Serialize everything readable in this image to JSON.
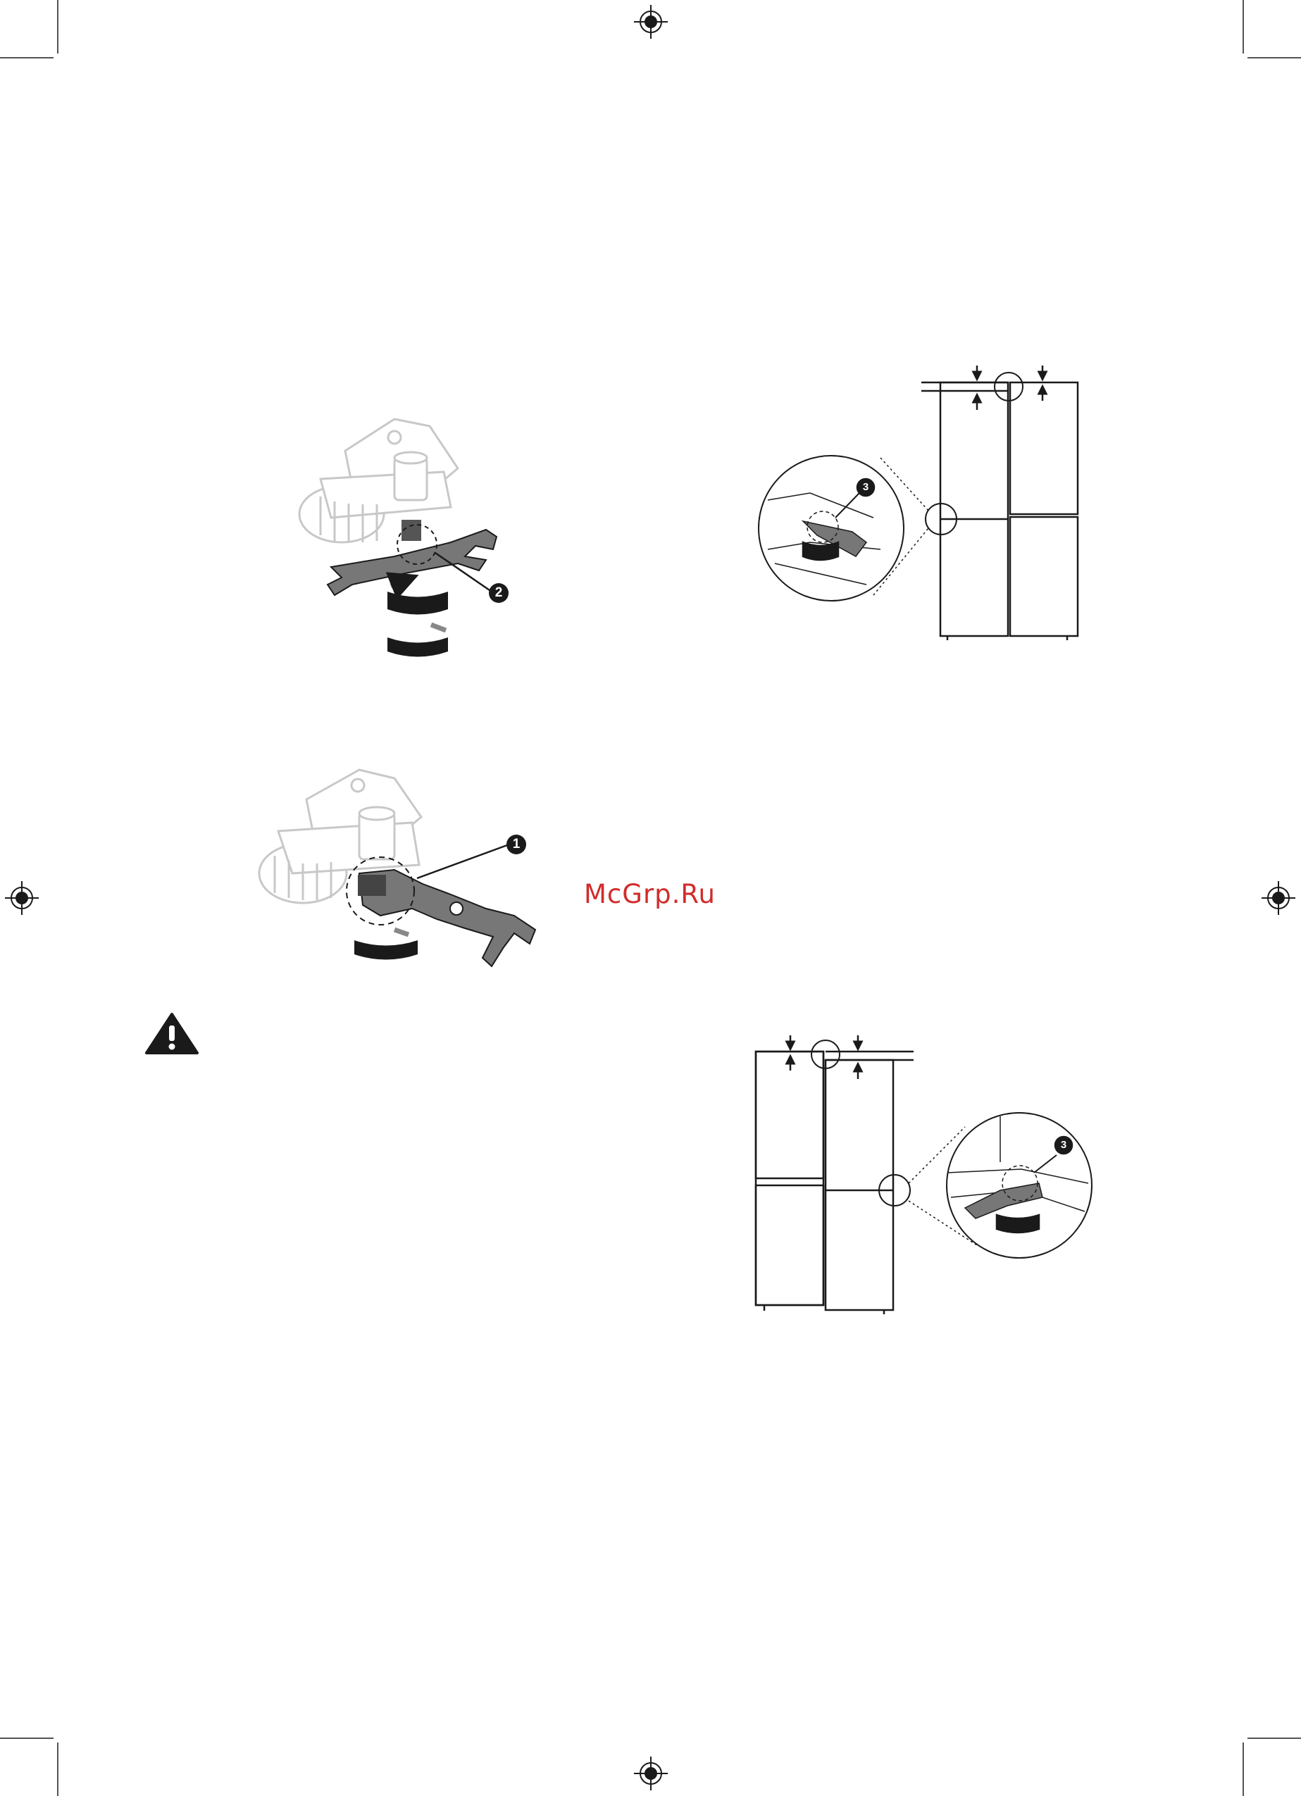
{
  "watermark": {
    "text": "McGrp.Ru"
  },
  "callouts": {
    "nut_upper": "2",
    "nut_lower": "1",
    "fridge_right": "3",
    "fridge_left": "3"
  },
  "icons": {
    "caution": "warning-triangle-icon",
    "registration": "registration-crosshair-icon"
  },
  "colors": {
    "line": "#1a1a1a",
    "ghost": "#c8c8c8",
    "wrench": "#777777",
    "watermark": "#d22b2b"
  }
}
